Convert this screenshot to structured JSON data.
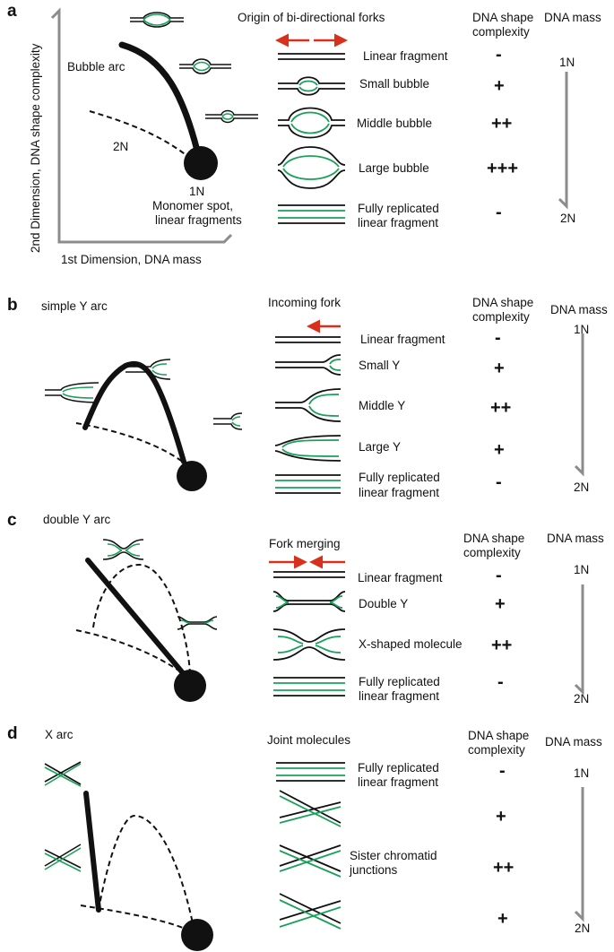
{
  "panel_a": {
    "letter": "a",
    "y_axis": "2nd Dimension, DNA shape complexity",
    "x_axis": "1st Dimension, DNA mass",
    "arc_label": "Bubble arc",
    "label_2n": "2N",
    "label_1n": "1N",
    "monomer_label_1": "Monomer spot,",
    "monomer_label_2": "linear fragments",
    "header": "Origin of bi-directional forks",
    "col_shape_1": "DNA shape",
    "col_shape_2": "complexity",
    "col_mass": "DNA mass",
    "mass_start": "1N",
    "mass_end": "2N",
    "rows": [
      {
        "label": "Linear fragment",
        "complexity": "-"
      },
      {
        "label": "Small bubble",
        "complexity": "+"
      },
      {
        "label": "Middle bubble",
        "complexity": "++"
      },
      {
        "label": "Large bubble",
        "complexity": "+++"
      },
      {
        "label_1": "Fully replicated",
        "label_2": "linear fragment",
        "complexity": "-"
      }
    ]
  },
  "panel_b": {
    "letter": "b",
    "arc_label": "simple Y arc",
    "header": "Incoming fork",
    "col_shape_1": "DNA shape",
    "col_shape_2": "complexity",
    "col_mass": "DNA mass",
    "mass_start": "1N",
    "mass_end": "2N",
    "rows": [
      {
        "label": "Linear fragment",
        "complexity": "-"
      },
      {
        "label": "Small Y",
        "complexity": "+"
      },
      {
        "label": "Middle Y",
        "complexity": "++"
      },
      {
        "label": "Large Y",
        "complexity": "+"
      },
      {
        "label_1": "Fully replicated",
        "label_2": "linear fragment",
        "complexity": "-"
      }
    ]
  },
  "panel_c": {
    "letter": "c",
    "arc_label": "double Y arc",
    "header": "Fork merging",
    "col_shape_1": "DNA shape",
    "col_shape_2": "complexity",
    "col_mass": "DNA mass",
    "mass_start": "1N",
    "mass_end": "2N",
    "rows": [
      {
        "label": "Linear fragment",
        "complexity": "-"
      },
      {
        "label": "Double Y",
        "complexity": "+"
      },
      {
        "label": "X-shaped molecule",
        "complexity": "++"
      },
      {
        "label_1": "Fully replicated",
        "label_2": "linear fragment",
        "complexity": "-"
      }
    ]
  },
  "panel_d": {
    "letter": "d",
    "arc_label": "X arc",
    "header": "Joint molecules",
    "col_shape_1": "DNA shape",
    "col_shape_2": "complexity",
    "col_mass": "DNA mass",
    "mass_start": "1N",
    "mass_end": "2N",
    "rows": [
      {
        "label_1": "Fully replicated",
        "label_2": "linear fragment",
        "complexity": "-"
      },
      {
        "complexity": "+"
      },
      {
        "label_1": "Sister chromatid",
        "label_2": "junctions",
        "complexity": "++"
      },
      {
        "complexity": "+"
      }
    ]
  },
  "colors": {
    "black": "#111111",
    "green": "#1aa05a",
    "red": "#d9301e",
    "grey": "#8c8c8c"
  }
}
